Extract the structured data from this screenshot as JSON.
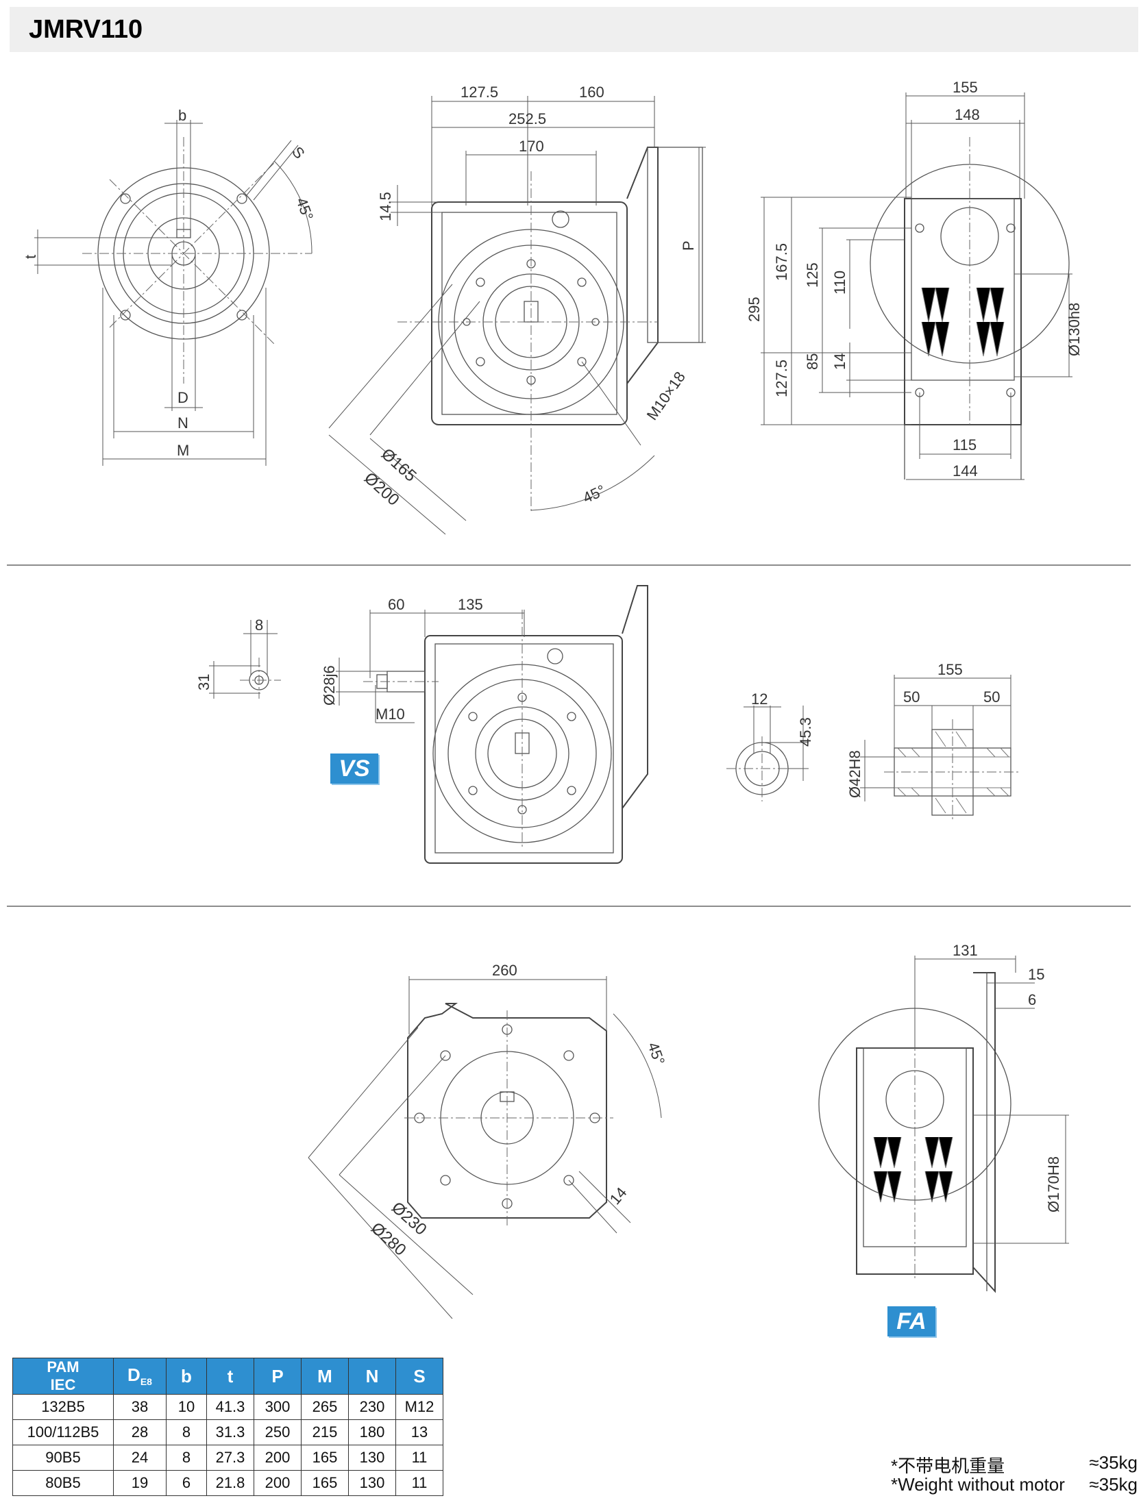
{
  "title": "JMRV110",
  "badges": {
    "vs": "VS",
    "fa": "FA"
  },
  "dims": {
    "view1": {
      "b": "b",
      "s": "S",
      "angle": "45°",
      "t": "t",
      "d": "D",
      "n": "N",
      "m": "M"
    },
    "view2": {
      "d1275": "127.5",
      "d160": "160",
      "d2525": "252.5",
      "d170": "170",
      "d145": "14.5",
      "p": "P",
      "d165": "Ø165",
      "d200": "Ø200",
      "m10": "M10×18",
      "angle": "45°"
    },
    "view3": {
      "d155": "155",
      "d148": "148",
      "d295": "295",
      "d1675": "167.5",
      "d125": "125",
      "d110": "110",
      "d1275": "127.5",
      "d85": "85",
      "d14": "14",
      "d130": "Ø130h8",
      "d115": "115",
      "d144": "144"
    },
    "view4": {
      "d8": "8",
      "d31": "31"
    },
    "view5": {
      "d60": "60",
      "d135": "135",
      "d28": "Ø28j6",
      "m10": "M10"
    },
    "view6": {
      "d12": "12",
      "d453": "45.3"
    },
    "view7": {
      "d155": "155",
      "d50a": "50",
      "d50b": "50",
      "d42": "Ø42H8"
    },
    "view8": {
      "d260": "260",
      "angle": "45°",
      "d14": "14",
      "d230": "Ø230",
      "d280": "Ø280"
    },
    "view9": {
      "d131": "131",
      "d15": "15",
      "d6": "6",
      "d170": "Ø170H8"
    }
  },
  "table": {
    "headers": [
      "PAM",
      "IEC",
      "D",
      "E8",
      "b",
      "t",
      "P",
      "M",
      "N",
      "S"
    ],
    "rows": [
      [
        "132B5",
        "38",
        "10",
        "41.3",
        "300",
        "265",
        "230",
        "M12"
      ],
      [
        "100/112B5",
        "28",
        "8",
        "31.3",
        "250",
        "215",
        "180",
        "13"
      ],
      [
        "90B5",
        "24",
        "8",
        "27.3",
        "200",
        "165",
        "130",
        "11"
      ],
      [
        "80B5",
        "19",
        "6",
        "21.8",
        "200",
        "165",
        "130",
        "11"
      ]
    ]
  },
  "weight": {
    "cn_label": "*不带电机重量",
    "cn_value": "≈35kg",
    "en_label": "*Weight without motor",
    "en_value": "≈35kg"
  }
}
